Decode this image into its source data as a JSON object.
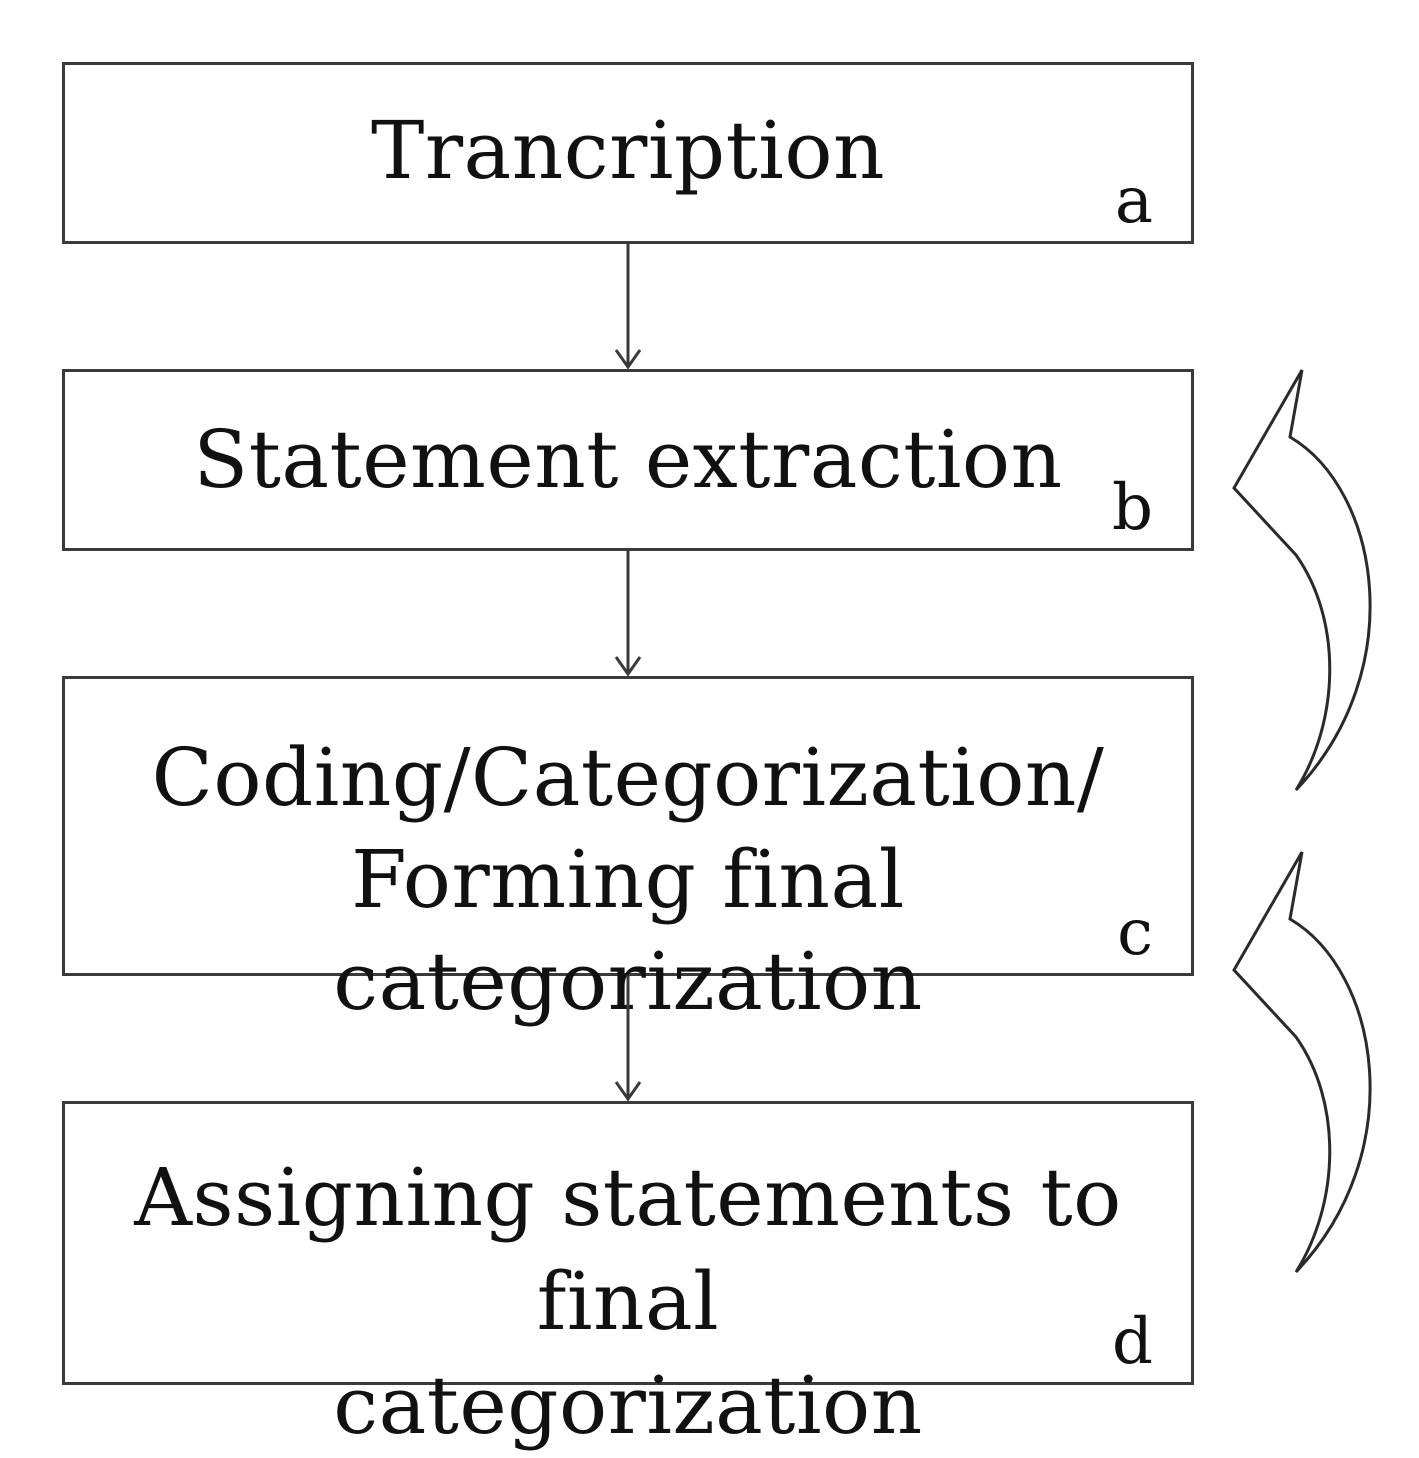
{
  "steps": [
    {
      "id": "a",
      "title_lines": [
        "Trancription"
      ],
      "letter": "a"
    },
    {
      "id": "b",
      "title_lines": [
        "Statement extraction"
      ],
      "letter": "b"
    },
    {
      "id": "c",
      "title_lines": [
        "Coding/Categorization/",
        "Forming final categorization"
      ],
      "letter": "c"
    },
    {
      "id": "d",
      "title_lines": [
        "Assigning statements to final",
        "categorization"
      ],
      "letter": "d"
    }
  ],
  "connectors": [
    {
      "from": "a",
      "to": "b",
      "type": "down-arrow"
    },
    {
      "from": "b",
      "to": "c",
      "type": "down-arrow"
    },
    {
      "from": "c",
      "to": "d",
      "type": "down-arrow"
    }
  ],
  "feedback_arrows": [
    {
      "from": "c",
      "to": "b",
      "type": "curved-hollow-arrow"
    },
    {
      "from": "d",
      "to": "c",
      "type": "curved-hollow-arrow"
    }
  ],
  "colors": {
    "stroke": "#3a3a3a",
    "text": "#111111",
    "background": "#ffffff"
  }
}
